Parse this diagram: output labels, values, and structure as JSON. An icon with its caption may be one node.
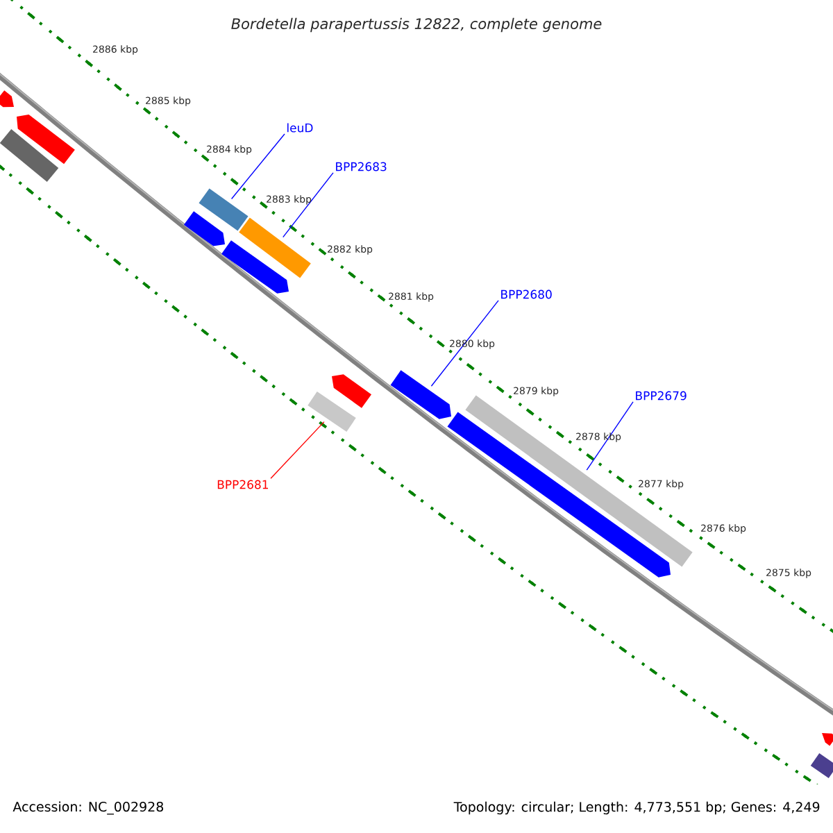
{
  "diagram": {
    "title": "Bordetella parapertussis 12822, complete genome",
    "nodes": [
      {
        "text": [
          "leuD"
        ]
      },
      {
        "text": [],
        "shape": "bar"
      },
      {
        "text": [
          "BPP2683"
        ]
      },
      {
        "text": [],
        "shape": "bar"
      },
      {
        "text": [
          "BPP2680"
        ]
      },
      {
        "text": [],
        "shape": "bar"
      },
      {
        "text": [
          "BPP2679"
        ]
      },
      {
        "text": [],
        "shape": "bar"
      },
      {
        "text": [
          "BPP2681"
        ]
      },
      {
        "text": [],
        "shape": "bar"
      },
      {
        "text": [],
        "shape": "bar"
      },
      {
        "text": [],
        "shape": "bar"
      },
      {
        "text": [],
        "shape": "bar"
      },
      {
        "text": [],
        "shape": "bar"
      },
      {
        "text": [],
        "shape": "bar"
      },
      {
        "text": [],
        "shape": "bar"
      },
      {
        "text": [],
        "shape": "bar"
      },
      {
        "text": [],
        "shape": "bar"
      },
      {
        "text": [],
        "shape": "bar"
      }
    ],
    "edges": [
      {
        "from": 0,
        "to": 1,
        "arrow": "none"
      },
      {
        "from": 2,
        "to": 3,
        "arrow": "none"
      },
      {
        "from": 4,
        "to": 5,
        "arrow": "none"
      },
      {
        "from": 6,
        "to": 7,
        "arrow": "none"
      },
      {
        "from": 8,
        "to": 9,
        "arrow": "none",
        "color": "#ff0000"
      }
    ],
    "labels": [
      "2886 kbp",
      "2885 kbp",
      "2884 kbp",
      "2883 kbp",
      "2882 kbp",
      "2881 kbp",
      "2880 kbp",
      "2879 kbp",
      "2878 kbp",
      "2877 kbp",
      "2876 kbp",
      "2875 kbp",
      "Accession: NC_002928",
      "Topology: circular; Length: 4,773,551 bp; Genes: 4,249"
    ]
  }
}
